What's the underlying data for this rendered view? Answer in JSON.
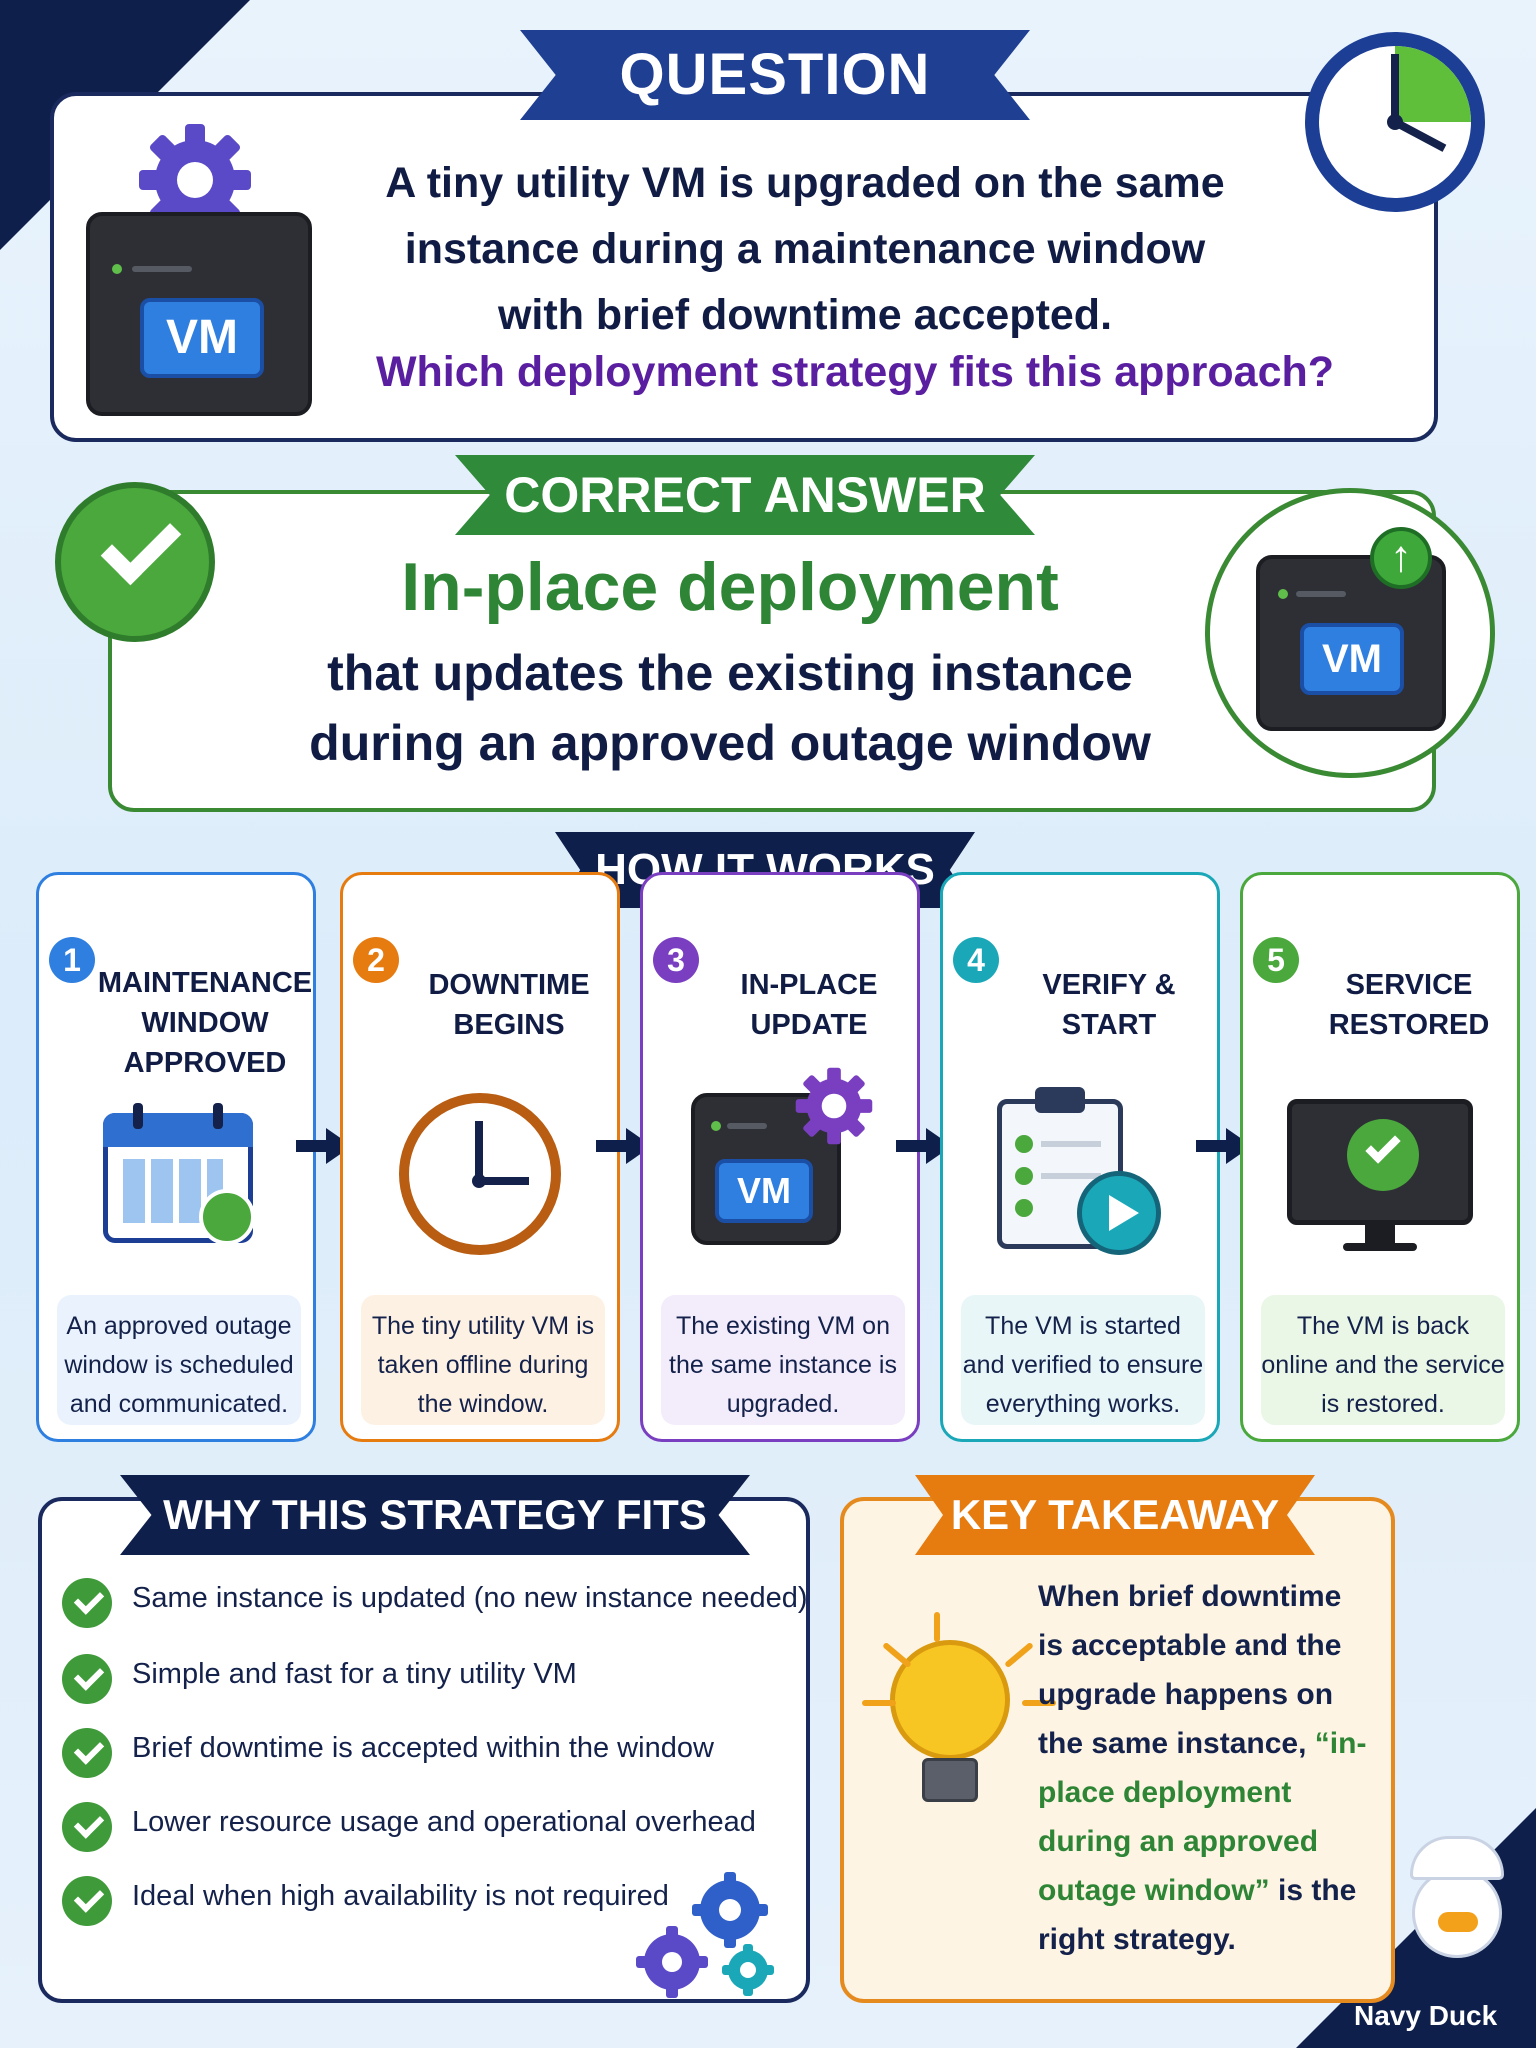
{
  "question": {
    "banner": "QUESTION",
    "line1": "A tiny utility VM is upgraded on the same",
    "line2": "instance during a maintenance window",
    "line3": "with brief downtime accepted.",
    "prompt": "Which deployment strategy fits this approach?",
    "vm_label": "VM"
  },
  "answer": {
    "banner": "CORRECT ANSWER",
    "title": "In-place deployment",
    "sub1": "that updates the existing instance",
    "sub2": "during an approved outage window",
    "vm_label": "VM"
  },
  "how": {
    "banner": "HOW IT WORKS",
    "steps": [
      {
        "num": "1",
        "title": "MAINTENANCE WINDOW APPROVED",
        "desc": "An approved outage window is scheduled and communicated.",
        "color": "#2f7fe0",
        "icon": "calendar-check-icon"
      },
      {
        "num": "2",
        "title": "DOWNTIME BEGINS",
        "desc": "The tiny utility VM is taken offline during the window.",
        "color": "#e67b10",
        "icon": "clock-icon"
      },
      {
        "num": "3",
        "title": "IN-PLACE UPDATE",
        "desc": "The existing VM on the same instance is upgraded.",
        "color": "#7a3fc0",
        "icon": "vm-gear-icon",
        "vm_label": "VM"
      },
      {
        "num": "4",
        "title": "VERIFY & START",
        "desc": "The VM is started and verified to ensure everything works.",
        "color": "#1aa8b8",
        "icon": "clipboard-play-icon"
      },
      {
        "num": "5",
        "title": "SERVICE RESTORED",
        "desc": "The VM is back online and the service is restored.",
        "color": "#4aa83c",
        "icon": "monitor-check-icon"
      }
    ]
  },
  "why": {
    "banner": "WHY THIS STRATEGY FITS",
    "items": [
      "Same instance is updated (no new instance needed)",
      "Simple and fast for a tiny utility VM",
      "Brief downtime is accepted within the window",
      "Lower resource usage and operational overhead",
      "Ideal when high availability is not required"
    ]
  },
  "takeaway": {
    "banner": "KEY TAKEAWAY",
    "text_a": "When brief downtime is acceptable and the upgrade happens on the same instance,",
    "text_quote": "“in-place deployment during an approved outage window”",
    "text_b": " is the right strategy."
  },
  "brand": "Navy Duck",
  "colors": {
    "navy": "#0f1f4b",
    "green": "#2e8535",
    "purple": "#5a1ea0",
    "orange": "#e67b10"
  }
}
